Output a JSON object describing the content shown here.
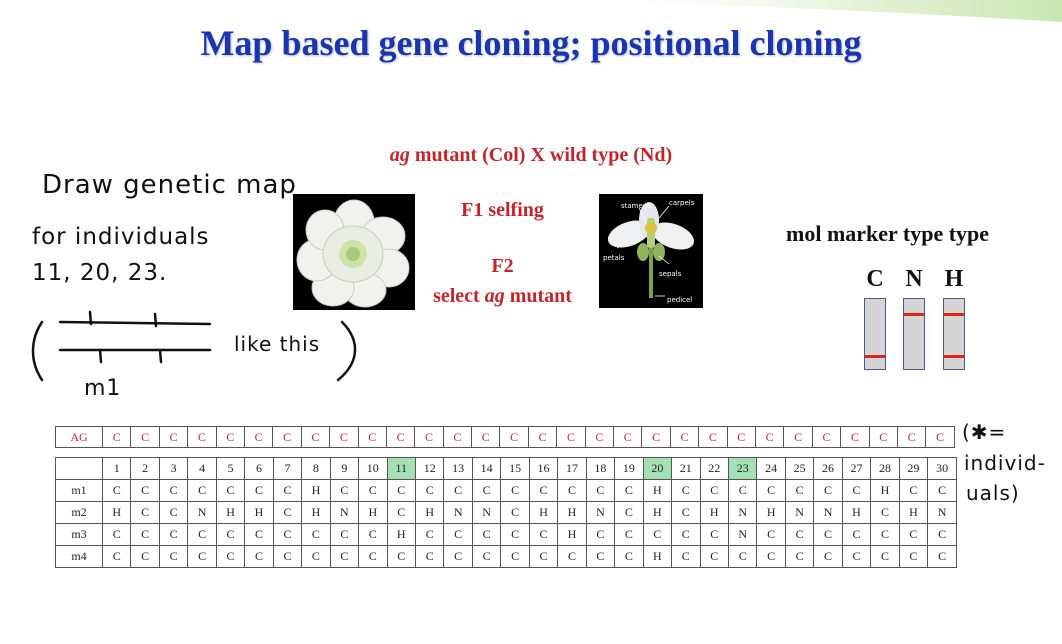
{
  "slide": {
    "title": "Map based gene cloning; positional cloning",
    "top_band_color": "#c9e7b2"
  },
  "notes": {
    "line1": "Draw genetic map",
    "line2": "for individuals",
    "line3": "11, 20, 23.",
    "like_this": "like this",
    "axis_label": "m1",
    "side_star": "(✱=",
    "side_indiv": "individ-",
    "side_uals": "uals)"
  },
  "cross": {
    "ag": "ag",
    "rest": " mutant (Col) X wild type (Nd)",
    "f1": "F1 selfing",
    "f2": "F2",
    "select_pre": "select ",
    "select_ag": "ag",
    "select_post": " mutant"
  },
  "flower_labels": {
    "stamens": "stamens",
    "carpels": "carpels",
    "petals": "petals",
    "sepals": "sepals",
    "pedicel": "pedicel"
  },
  "marker": {
    "title": "mol marker type type",
    "lanes": [
      {
        "label": "C",
        "bands": [
          "bottom"
        ]
      },
      {
        "label": "N",
        "bands": [
          "top"
        ]
      },
      {
        "label": "H",
        "bands": [
          "top",
          "bottom"
        ]
      }
    ],
    "band_color": "#e2231a"
  },
  "table": {
    "ag_row": {
      "label": "AG",
      "values": [
        "C",
        "C",
        "C",
        "C",
        "C",
        "C",
        "C",
        "C",
        "C",
        "C",
        "C",
        "C",
        "C",
        "C",
        "C",
        "C",
        "C",
        "C",
        "C",
        "C",
        "C",
        "C",
        "C",
        "C",
        "C",
        "C",
        "C",
        "C",
        "C",
        "C"
      ]
    },
    "columns": [
      "1",
      "2",
      "3",
      "4",
      "5",
      "6",
      "7",
      "8",
      "9",
      "10",
      "11",
      "12",
      "13",
      "14",
      "15",
      "16",
      "17",
      "18",
      "19",
      "20",
      "21",
      "22",
      "23",
      "24",
      "25",
      "26",
      "27",
      "28",
      "29",
      "30"
    ],
    "highlighted": [
      "11",
      "20",
      "23"
    ],
    "highlight_color": "#a3dfb4",
    "rows": [
      {
        "label": "m1",
        "values": [
          "C",
          "C",
          "C",
          "C",
          "C",
          "C",
          "C",
          "H",
          "C",
          "C",
          "C",
          "C",
          "C",
          "C",
          "C",
          "C",
          "C",
          "C",
          "C",
          "H",
          "C",
          "C",
          "C",
          "C",
          "C",
          "C",
          "C",
          "H",
          "C",
          "C"
        ]
      },
      {
        "label": "m2",
        "values": [
          "H",
          "C",
          "C",
          "N",
          "H",
          "H",
          "C",
          "H",
          "N",
          "H",
          "C",
          "H",
          "N",
          "N",
          "C",
          "H",
          "H",
          "N",
          "C",
          "H",
          "C",
          "H",
          "N",
          "H",
          "N",
          "N",
          "H",
          "C",
          "H",
          "N"
        ]
      },
      {
        "label": "m3",
        "values": [
          "C",
          "C",
          "C",
          "C",
          "C",
          "C",
          "C",
          "C",
          "C",
          "C",
          "H",
          "C",
          "C",
          "C",
          "C",
          "C",
          "H",
          "C",
          "C",
          "C",
          "C",
          "C",
          "N",
          "C",
          "C",
          "C",
          "C",
          "C",
          "C",
          "C"
        ]
      },
      {
        "label": "m4",
        "values": [
          "C",
          "C",
          "C",
          "C",
          "C",
          "C",
          "C",
          "C",
          "C",
          "C",
          "C",
          "C",
          "C",
          "C",
          "C",
          "C",
          "C",
          "C",
          "C",
          "H",
          "C",
          "C",
          "C",
          "C",
          "C",
          "C",
          "C",
          "C",
          "C",
          "C"
        ]
      }
    ]
  }
}
